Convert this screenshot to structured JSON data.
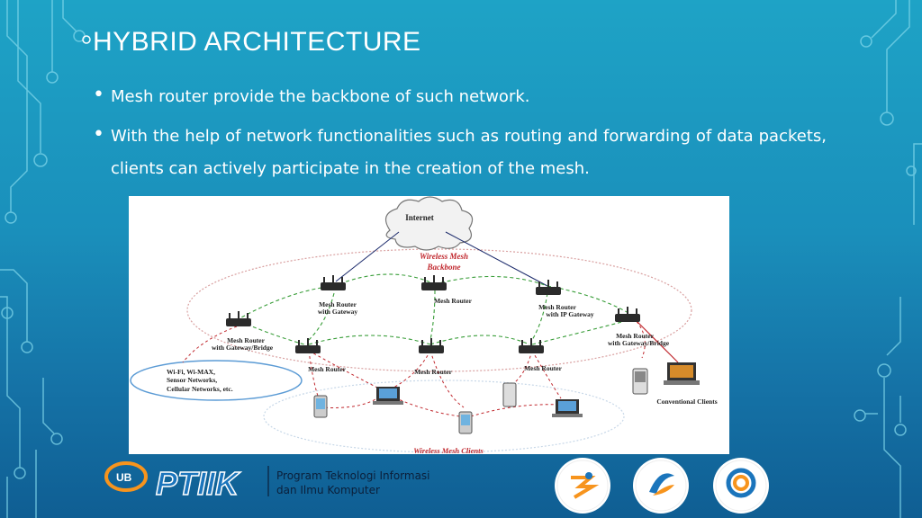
{
  "slide": {
    "title": "HYBRID ARCHITECTURE",
    "bullets": [
      "Mesh router provide the backbone of such network.",
      "With the help of network functionalities such as routing and forwarding of data packets, clients can actively participate in the creation of the mesh."
    ]
  },
  "diagram": {
    "cloud_label": "Internet",
    "backbone_label_1": "Wireless Mesh",
    "backbone_label_2": "Backbone",
    "routers": {
      "gw": [
        "Mesh Router",
        "with Gateway"
      ],
      "top": [
        "Mesh Router"
      ],
      "ip": [
        "Mesh Router",
        "with IP Gateway"
      ],
      "left_bridge": [
        "Mesh Router",
        "with Gateway/Bridge"
      ],
      "right_bridge": [
        "Mesh Router",
        "with Gateway/Bridge"
      ],
      "b1": [
        "Mesh Router"
      ],
      "b2": [
        "Mesh Router"
      ],
      "b3": [
        "Mesh Router"
      ]
    },
    "other_networks": [
      "Wi-Fi, Wi-MAX,",
      "Sensor Networks,",
      "Cellular Networks, etc."
    ],
    "conventional_clients": "Conventional Clients",
    "mesh_clients": "Wireless Mesh Clients"
  },
  "footer": {
    "ub": "UB",
    "ptiik": "PTIIK",
    "line1": "Program Teknologi Informasi",
    "line2": "dan Ilmu Komputer"
  },
  "colors": {
    "bg_top": "#1ea3c6",
    "bg_bottom": "#0f5e93",
    "accent_orange": "#f7941d",
    "ptiik_blue": "#1b75bc"
  }
}
